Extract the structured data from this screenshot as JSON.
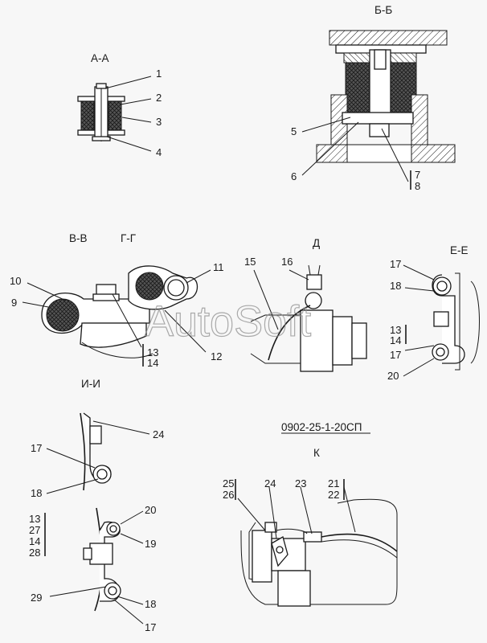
{
  "document_code": "0902-25-1-20СП",
  "watermark": "AutoSoft",
  "sections": {
    "aa": "А-А",
    "bb": "Б-Б",
    "vv": "В-В",
    "gg": "Г-Г",
    "d": "Д",
    "ee": "Е-Е",
    "ii": "И-И",
    "k": "К"
  },
  "callouts": {
    "aa": [
      "1",
      "2",
      "3",
      "4"
    ],
    "bb": [
      "5",
      "6",
      "7",
      "8"
    ],
    "vv": [
      "10",
      "9",
      "13",
      "14",
      "11",
      "12"
    ],
    "d": [
      "15",
      "16"
    ],
    "ee": [
      "17",
      "18",
      "13",
      "14",
      "17",
      "20"
    ],
    "ii": [
      "24",
      "17",
      "18",
      "13",
      "27",
      "14",
      "28",
      "20",
      "19",
      "29",
      "18",
      "17"
    ],
    "k": [
      "25",
      "26",
      "24",
      "23",
      "21",
      "22"
    ]
  }
}
